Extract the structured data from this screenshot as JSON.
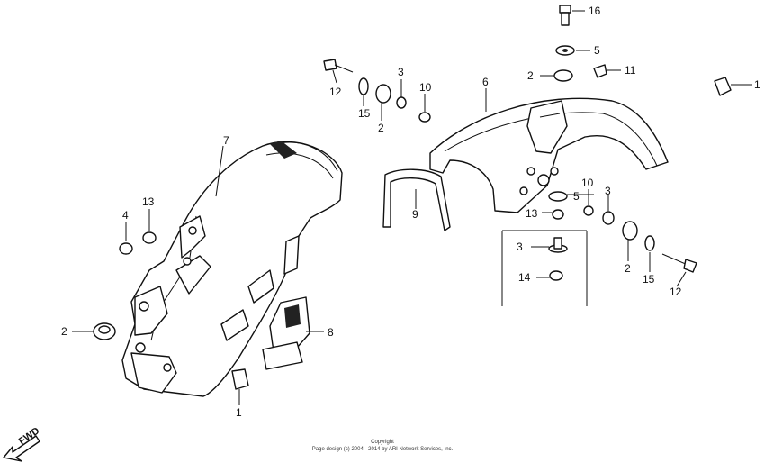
{
  "labels": {
    "p1": "1",
    "p2a": "2",
    "p2b": "2",
    "p2c": "2",
    "p2d": "2",
    "p3a": "3",
    "p3b": "3",
    "p3c": "3",
    "p4": "4",
    "p5a": "5",
    "p5b": "5",
    "p6": "6",
    "p7": "7",
    "p8": "8",
    "p9": "9",
    "p10a": "10",
    "p10b": "10",
    "p11": "11",
    "p12a": "12",
    "p12b": "12",
    "p13a": "13",
    "p13b": "13",
    "p14": "14",
    "p15a": "15",
    "p15b": "15",
    "p16": "16"
  },
  "footer": {
    "copyright_title": "Copyright",
    "copyright_text": "Page design (c) 2004 - 2014 by ARI Network Services, Inc."
  },
  "fwd_label": "FWD"
}
